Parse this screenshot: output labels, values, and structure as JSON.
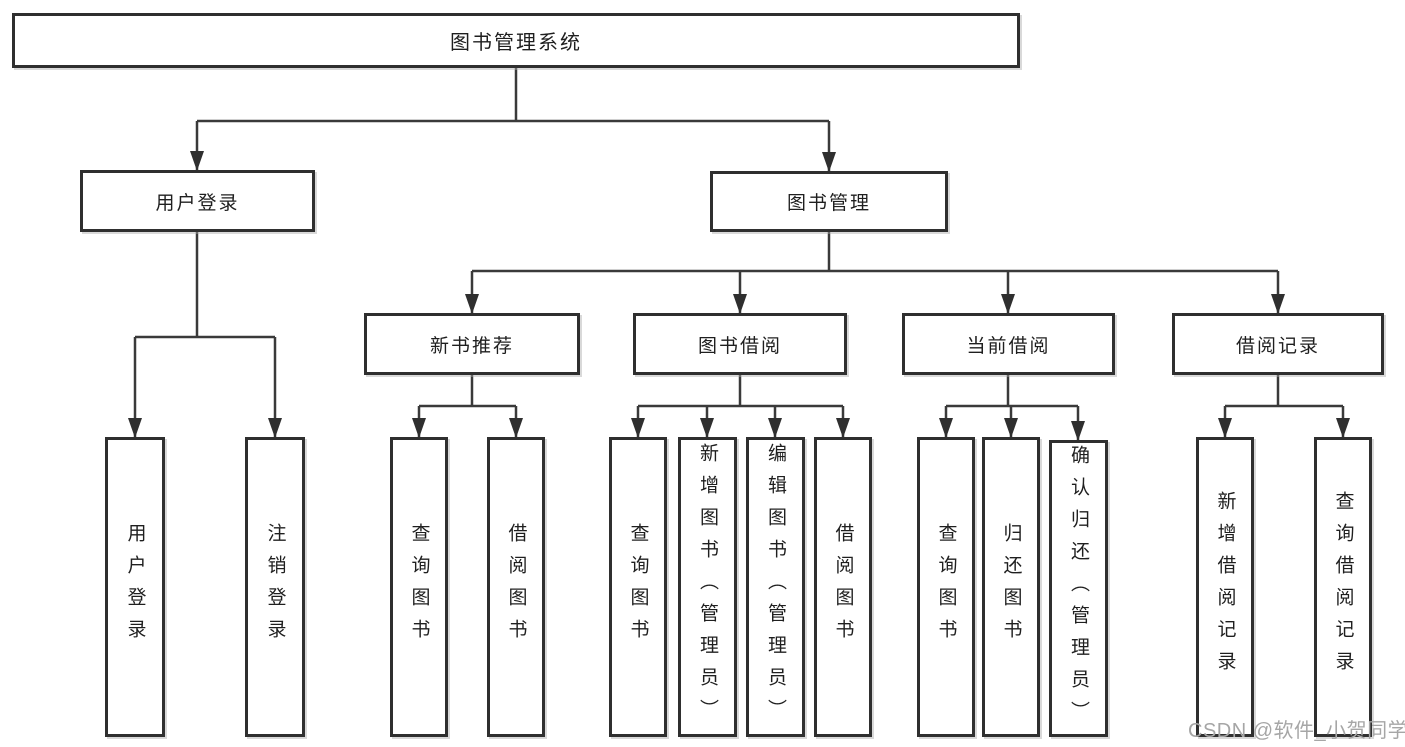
{
  "diagram_title": "图书管理系统",
  "tree": {
    "label": "图书管理系统",
    "children": [
      {
        "label": "用户登录",
        "children": [
          {
            "label": "用户登录"
          },
          {
            "label": "注销登录"
          }
        ]
      },
      {
        "label": "图书管理",
        "children": [
          {
            "label": "新书推荐",
            "children": [
              {
                "label": "查询图书"
              },
              {
                "label": "借阅图书"
              }
            ]
          },
          {
            "label": "图书借阅",
            "children": [
              {
                "label": "查询图书"
              },
              {
                "label": "新增图书（管理员）"
              },
              {
                "label": "编辑图书（管理员）"
              },
              {
                "label": "借阅图书"
              }
            ]
          },
          {
            "label": "当前借阅",
            "children": [
              {
                "label": "查询图书"
              },
              {
                "label": "归还图书"
              },
              {
                "label": "确认归还（管理员）"
              }
            ]
          },
          {
            "label": "借阅记录",
            "children": [
              {
                "label": "新增借阅记录"
              },
              {
                "label": "查询借阅记录"
              }
            ]
          }
        ]
      }
    ]
  },
  "watermark": "CSDN @软件_小贺同学",
  "colors": {
    "box_border": "#2f2f2f",
    "connector_line": "#3a3a3a",
    "text": "#1f1f1f",
    "watermark": "#a6a6a6",
    "background": "#ffffff"
  }
}
